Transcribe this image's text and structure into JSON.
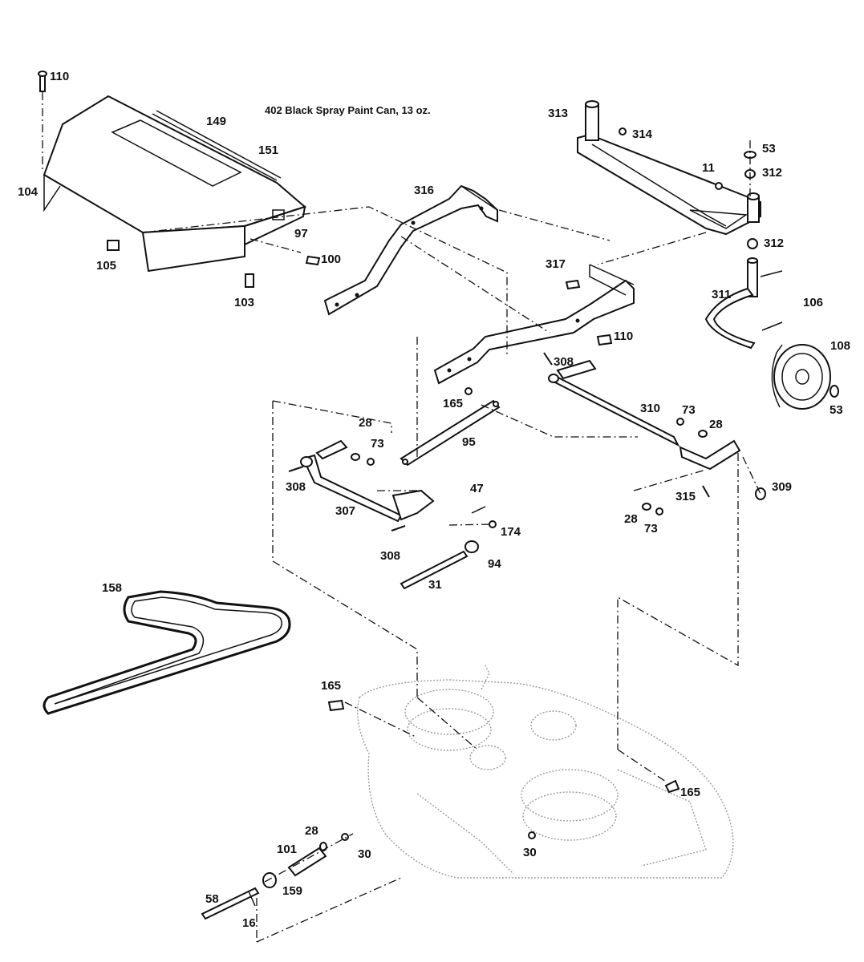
{
  "note": "402  Black Spray Paint Can, 13 oz.",
  "callouts": {
    "c110a": "110",
    "c149": "149",
    "c151": "151",
    "c104": "104",
    "c97": "97",
    "c105": "105",
    "c100": "100",
    "c103": "103",
    "c316": "316",
    "c313": "313",
    "c314": "314",
    "c53a": "53",
    "c11": "11",
    "c312a": "312",
    "c312b": "312",
    "c317": "317",
    "c311": "311",
    "c106": "106",
    "c108": "108",
    "c110b": "110",
    "c308a": "308",
    "c165a": "165",
    "c310": "310",
    "c73a": "73",
    "c28a": "28",
    "c53b": "53",
    "c28b": "28",
    "c73b": "73",
    "c95": "95",
    "c308b": "308",
    "c307": "307",
    "c47": "47",
    "c174": "174",
    "c315": "315",
    "c309": "309",
    "c28c": "28",
    "c73c": "73",
    "c308c": "308",
    "c94": "94",
    "c31": "31",
    "c158": "158",
    "c165b": "165",
    "c165c": "165",
    "c28d": "28",
    "c101": "101",
    "c30a": "30",
    "c30b": "30",
    "c58": "58",
    "c159": "159",
    "c16": "16"
  }
}
